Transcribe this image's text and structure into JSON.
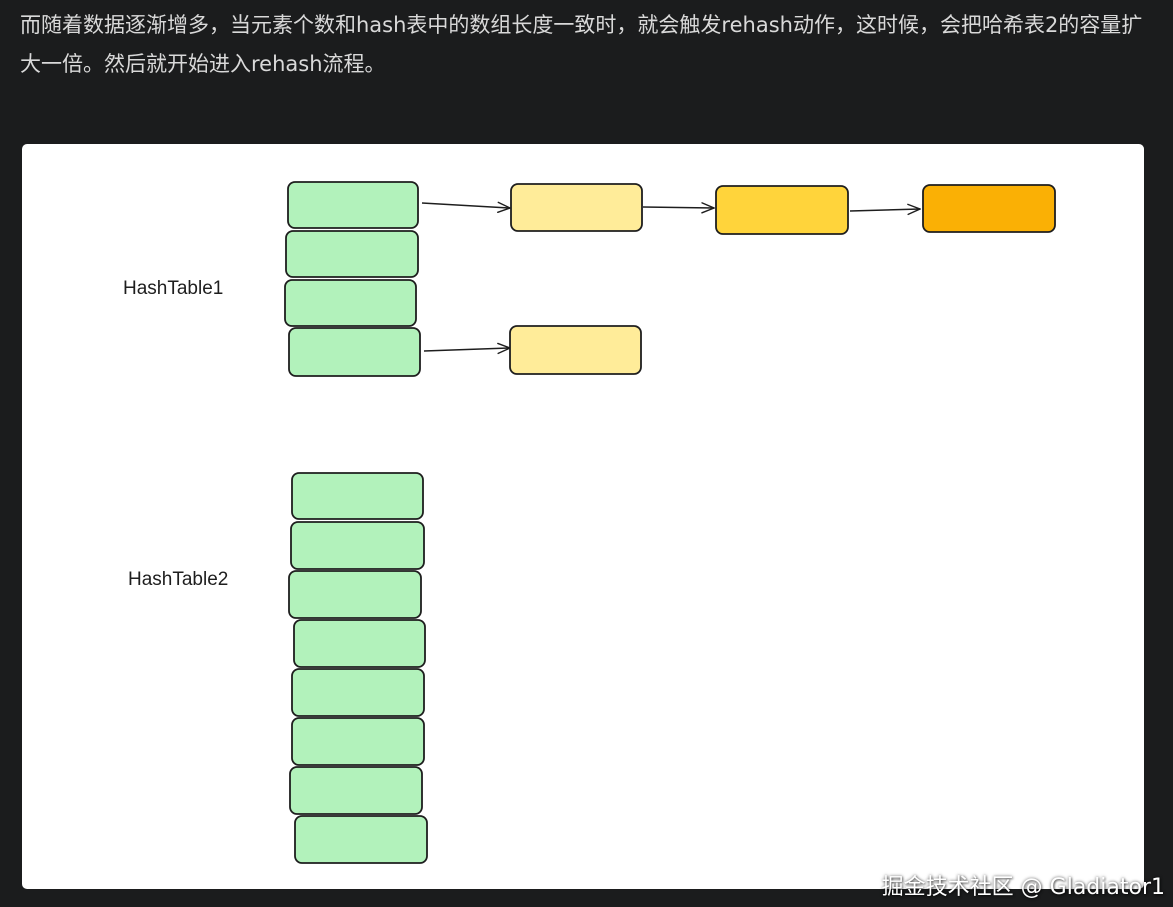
{
  "article": {
    "paragraph": "而随着数据逐渐增多，当元素个数和hash表中的数组长度一致时，就会触发rehash动作，这时候，会把哈希表2的容量扩大一倍。然后就开始进入rehash流程。"
  },
  "diagram": {
    "hashtable1_label": "HashTable1",
    "hashtable2_label": "HashTable2",
    "hashtable1_slots": 4,
    "hashtable2_slots": 8,
    "colors": {
      "slot": "#b2f2bb",
      "node_light": "#ffec99",
      "node_mid": "#ffd43b",
      "node_dark": "#fab005",
      "stroke": "#1e1e1e"
    }
  },
  "watermark": "掘金技术社区 @ Gladiator1"
}
